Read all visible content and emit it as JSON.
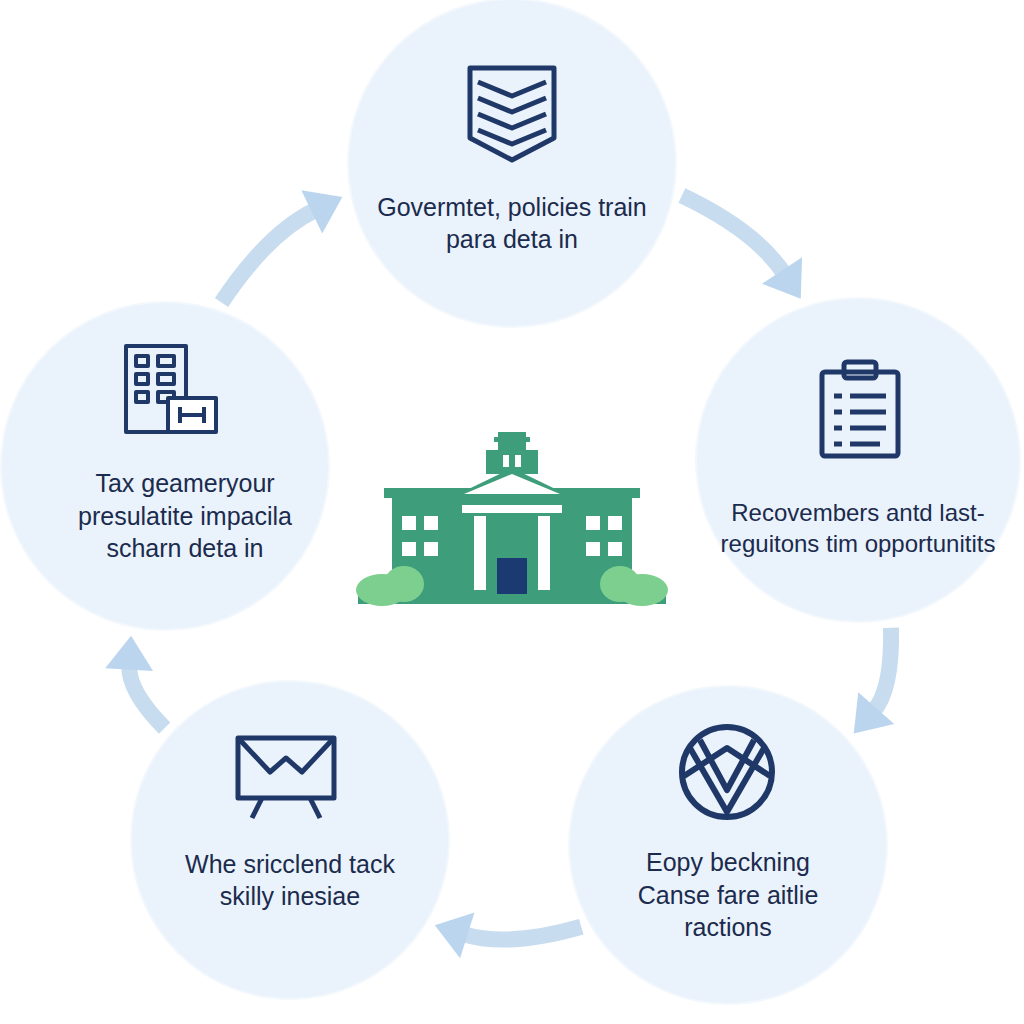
{
  "diagram": {
    "nodes": [
      {
        "text": [
          "Govermtet, policies train para deta in"
        ]
      },
      {
        "text": [
          "Recovembers antd last-reguitons tim opportunitits"
        ]
      },
      {
        "text": [
          "Eopy beckning Canse fare aitlie ractions"
        ]
      },
      {
        "text": [
          "Whe sricclend tack skilly inesiae"
        ]
      },
      {
        "text": [
          "Tax geameryour presulatite impacila scharn deta in"
        ]
      }
    ],
    "edges": [
      {
        "from": 0,
        "to": 1,
        "arrow": "to"
      },
      {
        "from": 1,
        "to": 2,
        "arrow": "to"
      },
      {
        "from": 2,
        "to": 3,
        "arrow": "to"
      },
      {
        "from": 3,
        "to": 4,
        "arrow": "to"
      },
      {
        "from": 4,
        "to": 0,
        "arrow": "to"
      }
    ]
  }
}
